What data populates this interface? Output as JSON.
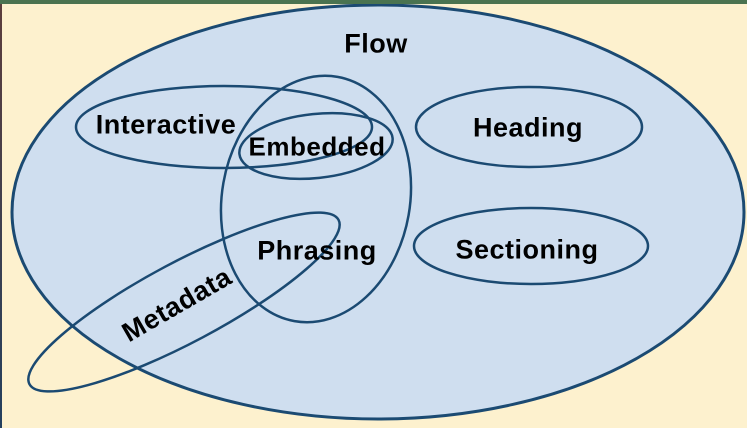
{
  "diagram": {
    "description": "Venn diagram of HTML content categories",
    "labels": {
      "flow": "Flow",
      "interactive": "Interactive",
      "embedded": "Embedded",
      "heading": "Heading",
      "phrasing": "Phrasing",
      "sectioning": "Sectioning",
      "metadata": "Metadata"
    }
  },
  "colors": {
    "canvas-bg": "#fdf1ce",
    "set-fill": "#cfdeef",
    "set-stroke": "#1b4a72",
    "frame-top": "#4a7350",
    "frame-left-top": "#5d3e3c",
    "frame-left-bottom": "#24405e",
    "label-text": "#000000"
  }
}
